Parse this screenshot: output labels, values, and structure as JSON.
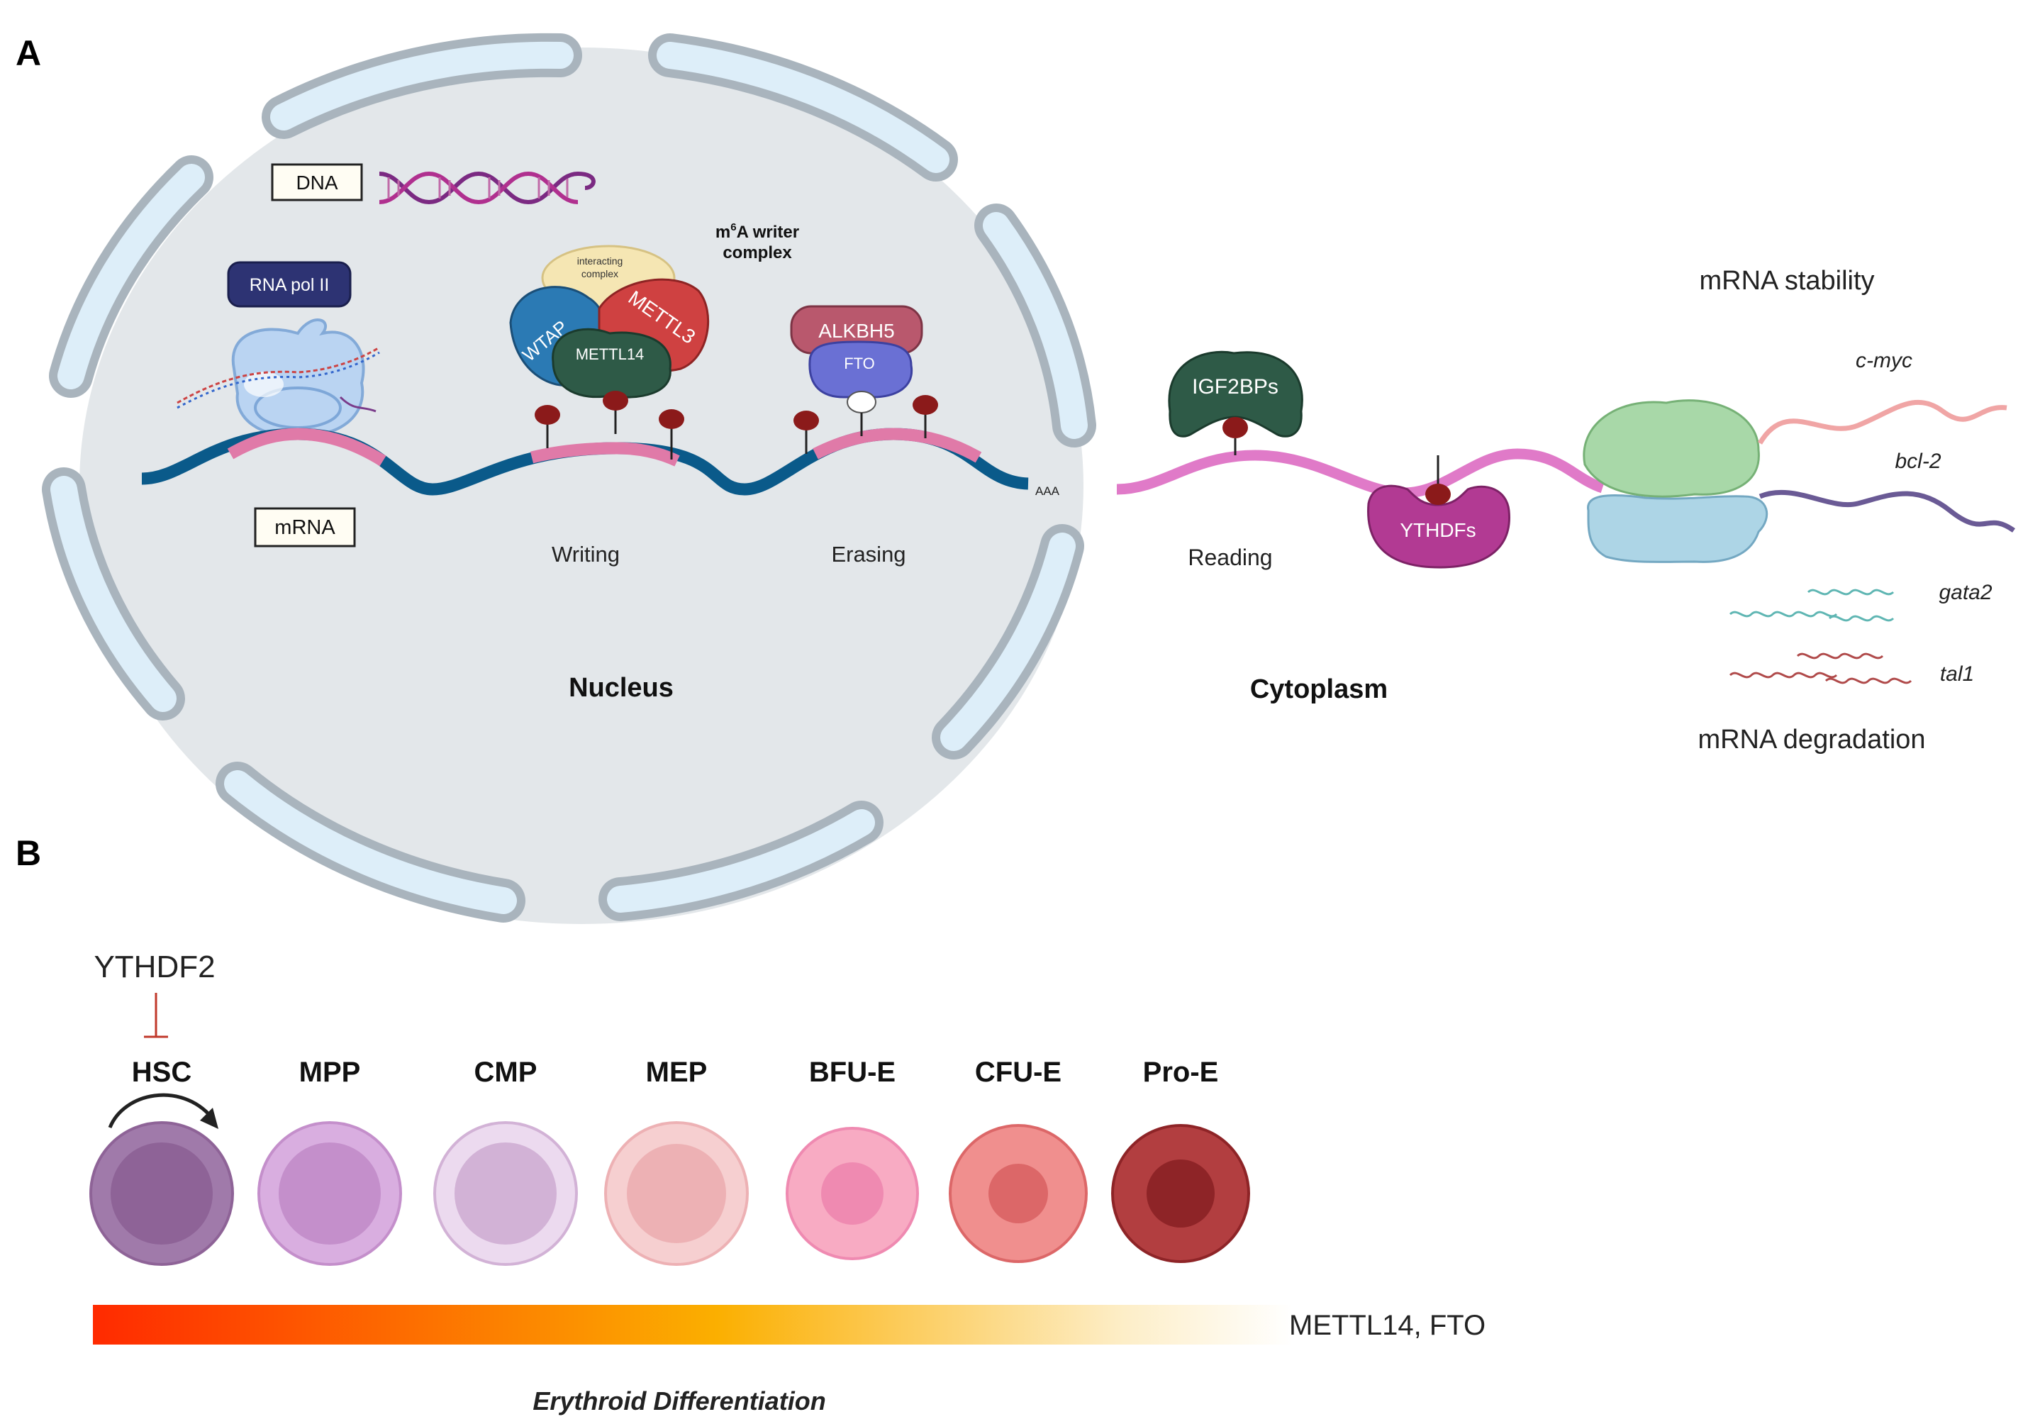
{
  "panels": {
    "a_label": "A",
    "b_label": "B"
  },
  "panel_a": {
    "dna_label": "DNA",
    "rna_pol_label": "RNA pol II",
    "mrna_label": "mRNA",
    "writer_complex": {
      "line1_base": "m",
      "line1_sup": "6",
      "line1_rest": "A writer",
      "line2": "complex",
      "interacting_line1": "interacting",
      "interacting_line2": "complex",
      "wtap": "WTAP",
      "mettl3": "METTL3",
      "mettl14": "METTL14"
    },
    "erasers": {
      "alkbh5": "ALKBH5",
      "fto": "FTO"
    },
    "poly_a": "AAA",
    "writing_label": "Writing",
    "erasing_label": "Erasing",
    "nucleus_label": "Nucleus",
    "readers": {
      "igf2bps": "IGF2BPs",
      "ythdfs": "YTHDFs"
    },
    "reading_label": "Reading",
    "cytoplasm_label": "Cytoplasm",
    "stability_label": "mRNA stability",
    "degradation_label": "mRNA degradation",
    "transcripts": {
      "cmyc": "c-myc",
      "bcl2": "bcl-2",
      "gata2": "gata2",
      "tal1": "tal1"
    }
  },
  "panel_b": {
    "inhibitor_label": "YTHDF2",
    "cells": [
      {
        "name": "HSC",
        "outer": "#a07aaa",
        "inner": "#8e6397"
      },
      {
        "name": "MPP",
        "outer": "#d9aee0",
        "inner": "#c48fcb"
      },
      {
        "name": "CMP",
        "outer": "#ecdaef",
        "inner": "#d2b2d6"
      },
      {
        "name": "MEP",
        "outer": "#f6cfd0",
        "inner": "#edb1b4"
      },
      {
        "name": "BFU-E",
        "outer": "#f8abc3",
        "inner": "#ef8ab1"
      },
      {
        "name": "CFU-E",
        "outer": "#f08f8e",
        "inner": "#dc6768"
      },
      {
        "name": "Pro-E",
        "outer": "#b23e40",
        "inner": "#8e2427"
      }
    ],
    "gradient_label": "METTL14, FTO",
    "axis_label": "Erythroid Differentiation",
    "gradient_colors": [
      "#ff2a00",
      "#fbaf00",
      "#fdeec8",
      "#ffffff"
    ]
  }
}
